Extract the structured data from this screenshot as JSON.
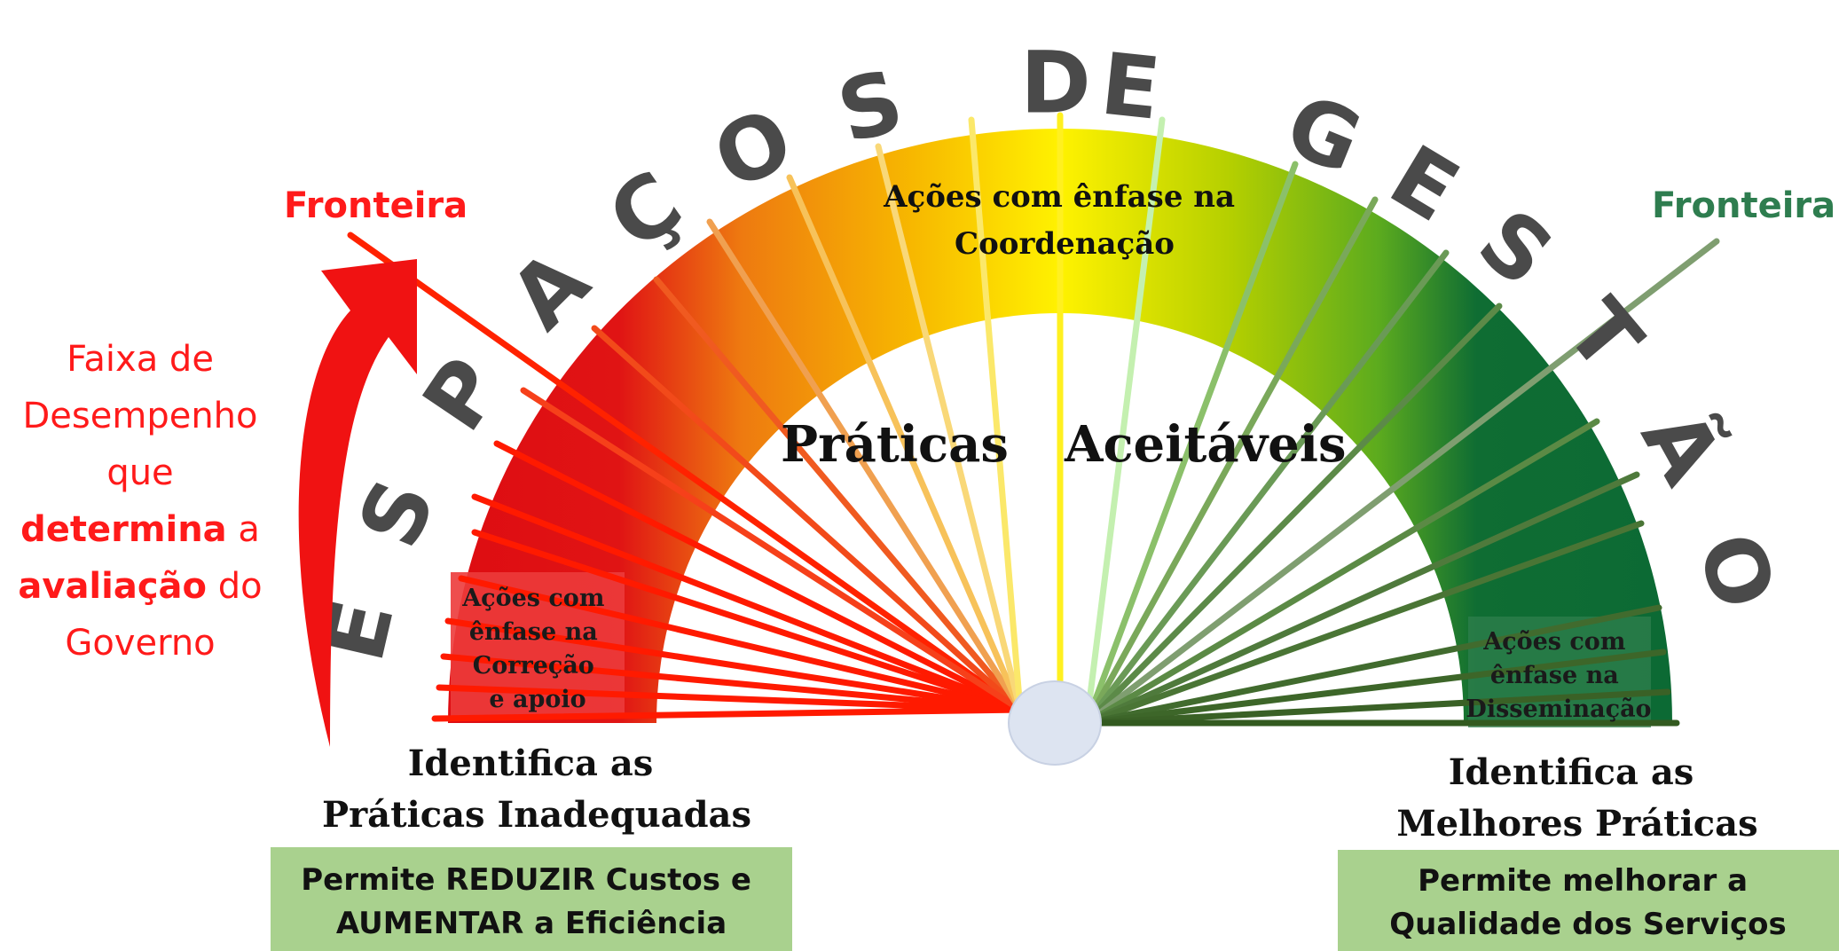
{
  "arc_title": {
    "letters": [
      "E",
      "S",
      "P",
      "A",
      "Ç",
      "O",
      "S",
      "D",
      "E",
      "G",
      "E",
      "S",
      "T",
      "Ã",
      "O"
    ],
    "color": "#4a4a4a"
  },
  "frontier_left": {
    "label": "Fronteira",
    "color": "#ff1a1a"
  },
  "frontier_right": {
    "label": "Fronteira",
    "color": "#2e7d4f"
  },
  "side_caption": {
    "lines": [
      [
        {
          "t": "Faixa de",
          "b": false
        }
      ],
      [
        {
          "t": "Desempenho",
          "b": false
        }
      ],
      [
        {
          "t": "que",
          "b": false
        }
      ],
      [
        {
          "t": "determina",
          "b": true
        },
        {
          "t": " a",
          "b": false
        }
      ],
      [
        {
          "t": "avaliação",
          "b": true
        },
        {
          "t": " do",
          "b": false
        }
      ],
      [
        {
          "t": "Governo",
          "b": false
        }
      ]
    ],
    "color": "#ff1a1a"
  },
  "top_zone_label": [
    "Ações com ênfase na",
    "Coordenação"
  ],
  "center_label_left": "Práticas",
  "center_label_right": "Aceitáveis",
  "left_box_label": [
    "Ações com",
    "ênfase na",
    "Correção",
    "e apoio"
  ],
  "right_box_label": [
    "Ações com",
    "ênfase na",
    "Disseminação"
  ],
  "left_caption": [
    "Identifica as",
    "Práticas  Inadequadas"
  ],
  "right_caption": [
    "Identifica as",
    "Melhores Práticas"
  ],
  "left_banner": [
    "Permite REDUZIR Custos e",
    "AUMENTAR a Eficiência"
  ],
  "right_banner": [
    "Permite melhorar a",
    "Qualidade dos Serviços"
  ],
  "colors": {
    "red": "#e01010",
    "orange": "#f5a000",
    "yellow": "#ffee00",
    "green": "#7ab800",
    "dark_green": "#0f6b35",
    "banner_bg": "#a9d18e",
    "hub": "#dce3f0"
  }
}
